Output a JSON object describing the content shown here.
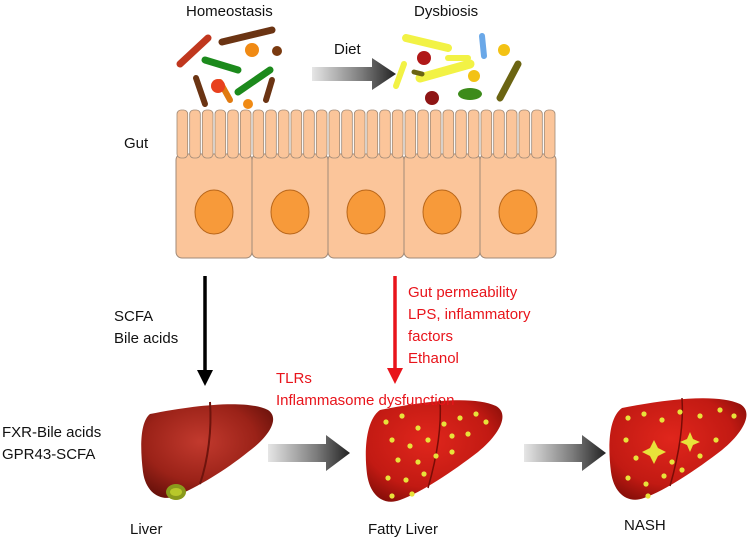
{
  "labels": {
    "homeostasis": "Homeostasis",
    "dysbiosis": "Dysbiosis",
    "diet": "Diet",
    "gut": "Gut",
    "scfa_arrow": [
      "SCFA",
      "Bile acids"
    ],
    "permeability": [
      "Gut permeability",
      "LPS, inflammatory",
      "factors",
      "Ethanol"
    ],
    "tlrs": [
      "TLRs",
      "Inflammasome dysfunction"
    ],
    "receptors": [
      "FXR-Bile acids",
      "GPR43-SCFA"
    ],
    "liver": "Liver",
    "fatty_liver": "Fatty Liver",
    "nash": "NASH"
  },
  "colors": {
    "red_text": "#e8141b",
    "cell_fill": "#fbc59a",
    "nucleus": "#f79a3a",
    "liver_dark": "#8b1a12",
    "liver_red": "#c11b15",
    "fat_droplet": "#e8e23a"
  },
  "icons": {
    "microbiota_healthy": "bacteria-cluster-icon",
    "microbiota_dysbiotic": "bacteria-cluster-icon",
    "epithelium": "intestinal-epithelium-icon",
    "liver_healthy": "liver-icon",
    "liver_fatty": "fatty-liver-icon",
    "liver_nash": "nash-liver-icon"
  }
}
